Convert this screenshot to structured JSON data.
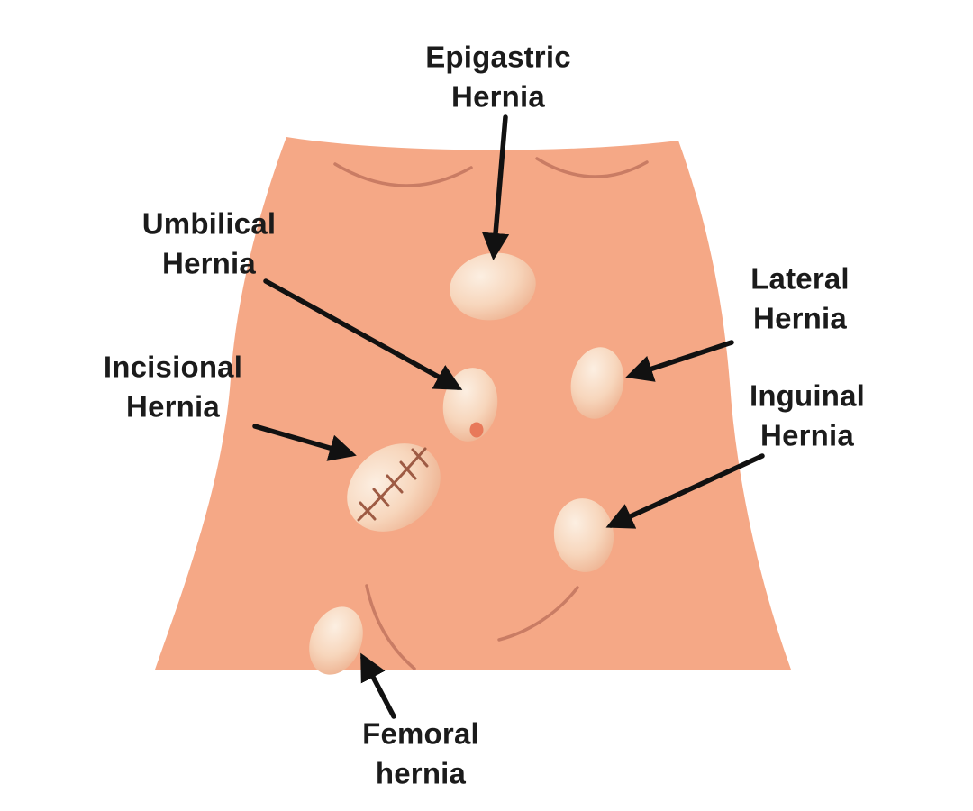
{
  "colors": {
    "background": "#ffffff",
    "skin": "#F5A886",
    "bump_highlight": "#FCEFE2",
    "bump_mid": "#F7D6BC",
    "bump_edge": "#EDAF8D",
    "crease": "#C97C64",
    "stitch": "#9E5B44",
    "navel": "#E8795A",
    "arrow": "#111111",
    "text": "#1b1b1b"
  },
  "labels": {
    "epigastric": "Epigastric\nHernia",
    "umbilical": "Umbilical\nHernia",
    "incisional": "Incisional\nHernia",
    "lateral": "Lateral\nHernia",
    "inguinal": "Inguinal\nHernia",
    "femoral": "Femoral\nhernia"
  }
}
